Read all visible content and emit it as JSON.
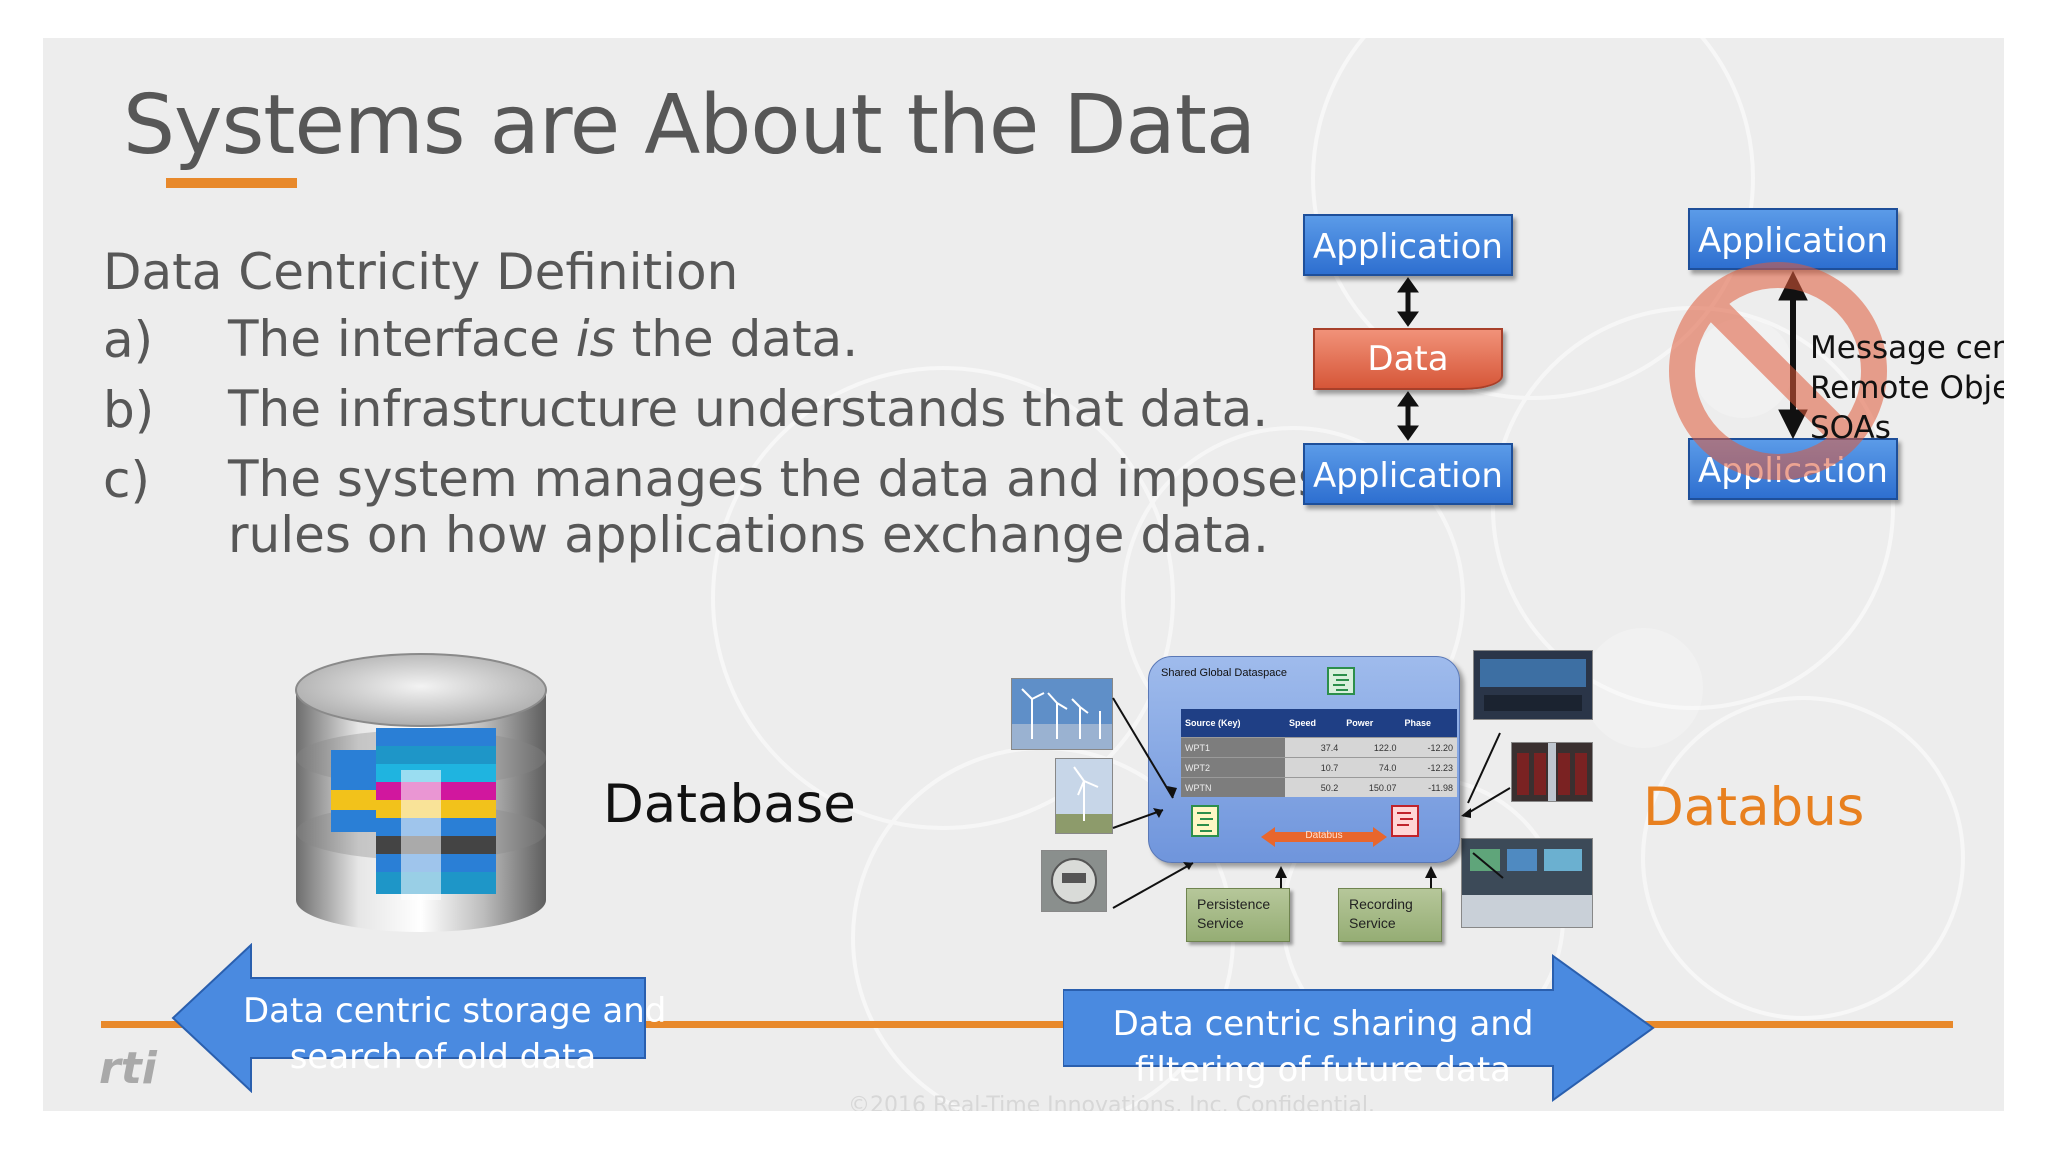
{
  "slide": {
    "title": "Systems are About the Data",
    "heading": "Data Centricity Definition",
    "items": [
      {
        "letter": "a)",
        "pre": "The interface ",
        "emph": "is",
        "post": " the data."
      },
      {
        "letter": "b)",
        "text": "The infrastructure understands that data."
      },
      {
        "letter": "c)",
        "line1": "The system manages the data and imposes",
        "line2": "rules on how applications exchange data."
      }
    ],
    "footer": "©2016 Real-Time Innovations, Inc.  Confidential.",
    "logo": "rti"
  },
  "data_centric_diagram": {
    "top_app": "Application",
    "middle": "Data",
    "bottom_app": "Application"
  },
  "message_centric_diagram": {
    "top_app": "Application",
    "bottom_app": "Application",
    "labels": [
      "Message centric",
      "Remote Objects",
      "SOAs"
    ]
  },
  "database": {
    "label": "Database",
    "arrow_line1": "Data centric storage and",
    "arrow_line2": "search of old data"
  },
  "databus": {
    "label": "Databus",
    "arrow_line1": "Data centric sharing and",
    "arrow_line2": "filtering of future data",
    "dataspace_title": "Shared Global Dataspace",
    "table_headers": [
      "Source (Key)",
      "Speed",
      "Power",
      "Phase"
    ],
    "table_rows": [
      [
        "WPT1",
        "37.4",
        "122.0",
        "-12.20"
      ],
      [
        "WPT2",
        "10.7",
        "74.0",
        "-12.23"
      ],
      [
        "WPTN",
        "50.2",
        "150.07",
        "-11.98"
      ]
    ],
    "bus_label": "Databus",
    "services": [
      "Persistence Service",
      "Recording Service"
    ]
  },
  "colors": {
    "accent": "#e8892b",
    "app_blue": "#2e6fd0",
    "data_red": "#d65638",
    "arrow_blue": "#4a8ae0",
    "databus_orange": "#e8801f"
  }
}
